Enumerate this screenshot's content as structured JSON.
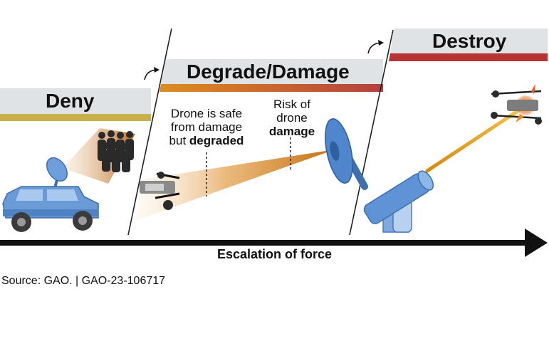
{
  "stages": {
    "deny": "Deny",
    "degrade": "Degrade/Damage",
    "destroy": "Destroy"
  },
  "annotations": {
    "safe_line1": "Drone is safe",
    "safe_line2": "from damage",
    "safe_line3_prefix": "but ",
    "safe_line3_bold": "degraded",
    "risk_line1": "Risk of",
    "risk_line2": "drone",
    "risk_line3_bold": "damage"
  },
  "axis": {
    "label": "Escalation of force"
  },
  "source": "Source: GAO.  |  GAO-23-106717",
  "colors": {
    "deny_bar": "#c9b04a",
    "degrade_bar_start": "#d98a1f",
    "degrade_bar_end": "#b8413f",
    "destroy_bar": "#b73432",
    "header_bg": "#dfe3e6",
    "equipment_blue": "#5b8fd0",
    "beam_orange": "#d17a12"
  }
}
